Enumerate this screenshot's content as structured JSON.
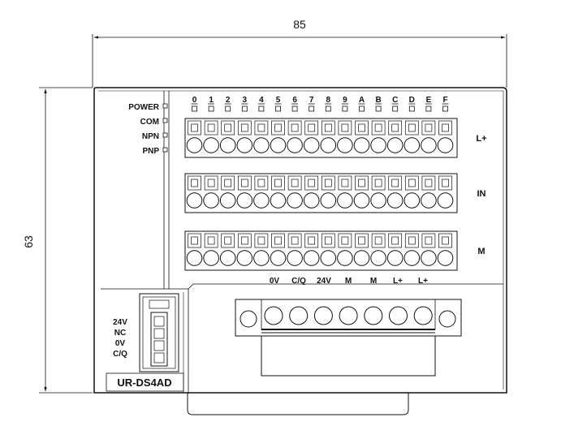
{
  "dimensions": {
    "width": "85",
    "height": "63"
  },
  "model": "UR-DS4AD",
  "status_leds": [
    "POWER",
    "COM",
    "NPN",
    "PNP"
  ],
  "channel_labels": [
    "0",
    "1",
    "2",
    "3",
    "4",
    "5",
    "6",
    "7",
    "8",
    "9",
    "A",
    "B",
    "C",
    "D",
    "E",
    "F"
  ],
  "terminal_rows": [
    "L+",
    "IN",
    "M"
  ],
  "connector_pins": [
    "24V",
    "NC",
    "0V",
    "C/Q"
  ],
  "bottom_terminal_labels": [
    "0V",
    "C/Q",
    "24V",
    "M",
    "M",
    "L+",
    "L+"
  ]
}
